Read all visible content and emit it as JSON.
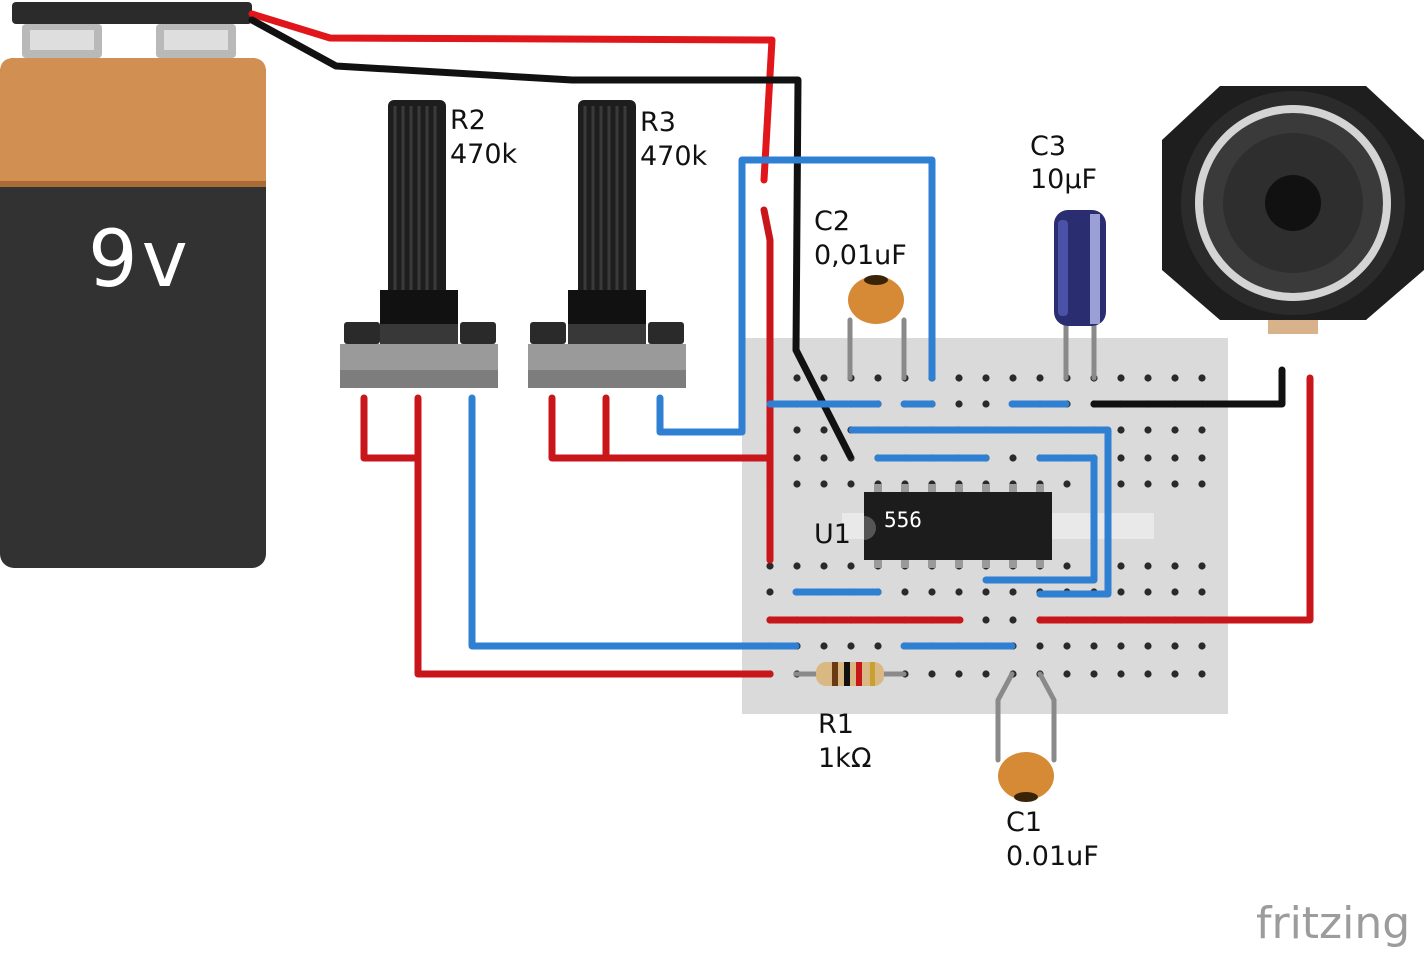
{
  "battery": {
    "label": "9v"
  },
  "components": {
    "R2": {
      "ref": "R2",
      "value": "470k"
    },
    "R3": {
      "ref": "R3",
      "value": "470k"
    },
    "C2": {
      "ref": "C2",
      "value": "0,01uF"
    },
    "C3": {
      "ref": "C3",
      "value": "10µF"
    },
    "U1": {
      "ref": "U1",
      "chip": "556"
    },
    "R1": {
      "ref": "R1",
      "value": "1kΩ"
    },
    "C1": {
      "ref": "C1",
      "value": "0.01uF"
    }
  },
  "brand": "fritzing",
  "colors": {
    "wire_red": "#c8161b",
    "wire_blue": "#2f7fd3",
    "wire_black": "#1b1b1b",
    "breadboard": "#d9d9d9",
    "battery_top": "#d28f52",
    "battery_body": "#323232",
    "ceramic_cap": "#d68a36",
    "electrolytic": "#2a2e70",
    "chip": "#1c1c1c",
    "hole_green": "#7fdc7f"
  }
}
